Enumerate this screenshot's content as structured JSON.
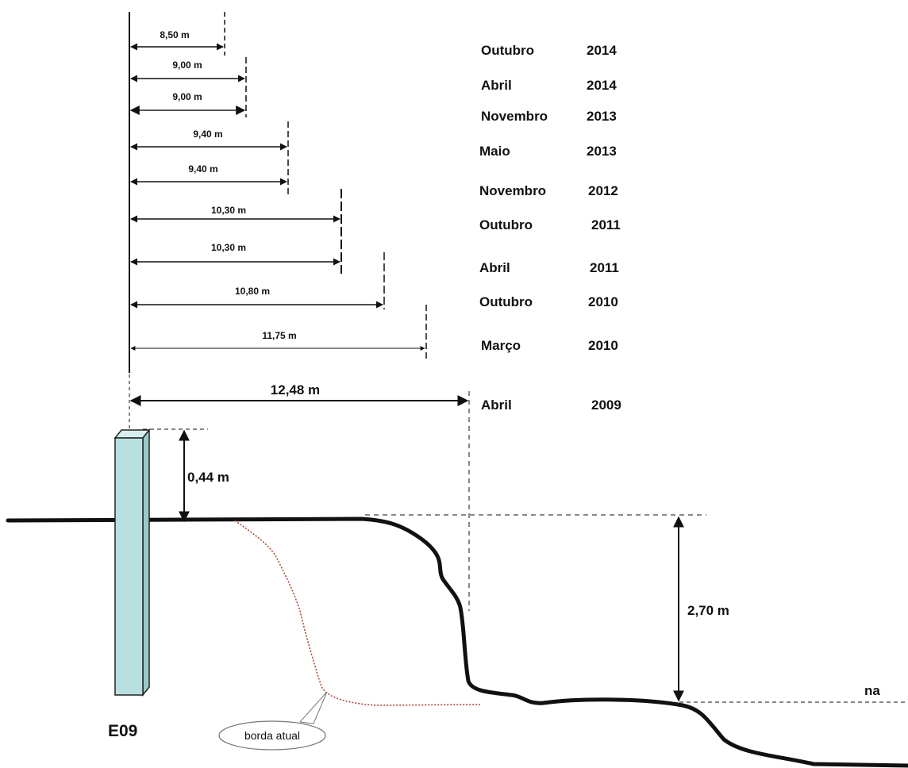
{
  "station": {
    "id": "E09"
  },
  "measurements": [
    {
      "distance": "8,50 m",
      "month": "Outubro",
      "year": "2014"
    },
    {
      "distance": "9,00 m",
      "month": "Abril",
      "year": "2014"
    },
    {
      "distance": "9,00 m",
      "month": "Novembro",
      "year": "2013"
    },
    {
      "distance": "9,40 m",
      "month": "Maio",
      "year": "2013"
    },
    {
      "distance": "9,40 m",
      "month": "Novembro",
      "year": "2012"
    },
    {
      "distance": "10,30 m",
      "month": "Outubro",
      "year": "2011"
    },
    {
      "distance": "10,30 m",
      "month": "Abril",
      "year": "2011"
    },
    {
      "distance": "10,80 m",
      "month": "Outubro",
      "year": "2010"
    },
    {
      "distance": "11,75 m",
      "month": "Março",
      "year": "2010"
    },
    {
      "distance": "12,48 m",
      "month": "Abril",
      "year": "2009"
    }
  ],
  "dimensions": {
    "marker_height": "0,44 m",
    "bank_height": "2,70 m"
  },
  "labels": {
    "water_level": "na",
    "current_edge": "borda atual"
  },
  "colors": {
    "marker_fill": "#b9e0e0",
    "current_edge_line": "#a83a2a",
    "ink": "#111111"
  }
}
